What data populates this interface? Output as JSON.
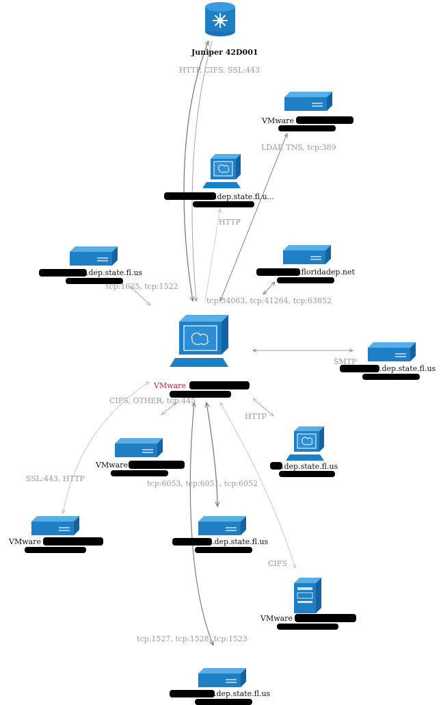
{
  "colors": {
    "icon_blue": "#1f7fc4",
    "icon_dark": "#15639c",
    "edge_dark": "#7a7a7a",
    "edge_light": "#c8c8c8",
    "label_gray": "#9a9a9a",
    "focus_label_red": "#c0262c"
  },
  "nodes": {
    "juniper": {
      "icon": "router-icon",
      "label": "Juniper 42D001"
    },
    "vmware_top": {
      "icon": "server-icon",
      "label": "VMware"
    },
    "workstation": {
      "icon": "workstation-icon",
      "label": ".dep.state.fl.u..."
    },
    "dep_left": {
      "icon": "server-icon",
      "label": ".dep.state.fl.us"
    },
    "floridadep": {
      "icon": "server-icon",
      "label": ".floridadep.net"
    },
    "center": {
      "icon": "workstation-icon",
      "label": "VMware"
    },
    "smtp_host": {
      "icon": "server-icon",
      "label": ".dep.state.fl.us"
    },
    "vmware_mid": {
      "icon": "server-icon",
      "label": "VMware"
    },
    "ws_right": {
      "icon": "workstation-icon",
      "label": ".dep.state.fl.us"
    },
    "vmware_left": {
      "icon": "server-icon",
      "label": "VMware"
    },
    "dep_mid": {
      "icon": "server-icon",
      "label": ".dep.state.fl.us"
    },
    "vmware_tower": {
      "icon": "tower-server-icon",
      "label": "VMware"
    },
    "dep_bottom": {
      "icon": "server-icon",
      "label": ".dep.state.fl.us"
    }
  },
  "edges": {
    "juniper": "HTTP, CIFS, SSL:443",
    "vmware_top": "LDAP, TNS, tcp:389",
    "workstation": "HTTP",
    "dep_left": "tcp:1625, tcp:1522",
    "floridadep": "tcp:34063, tcp:41264, tcp:63852",
    "smtp": "SMTP",
    "cifs_other": "CIFS, OTHER, tcp:445",
    "http_right": "HTTP",
    "ssl_http": "SSL:443, HTTP",
    "tcp6053": "tcp:6053, tcp:6051, tcp:6052",
    "cifs": "CIFS",
    "tcp1527": "tcp:1527, tcp:1528, tcp:1523"
  }
}
